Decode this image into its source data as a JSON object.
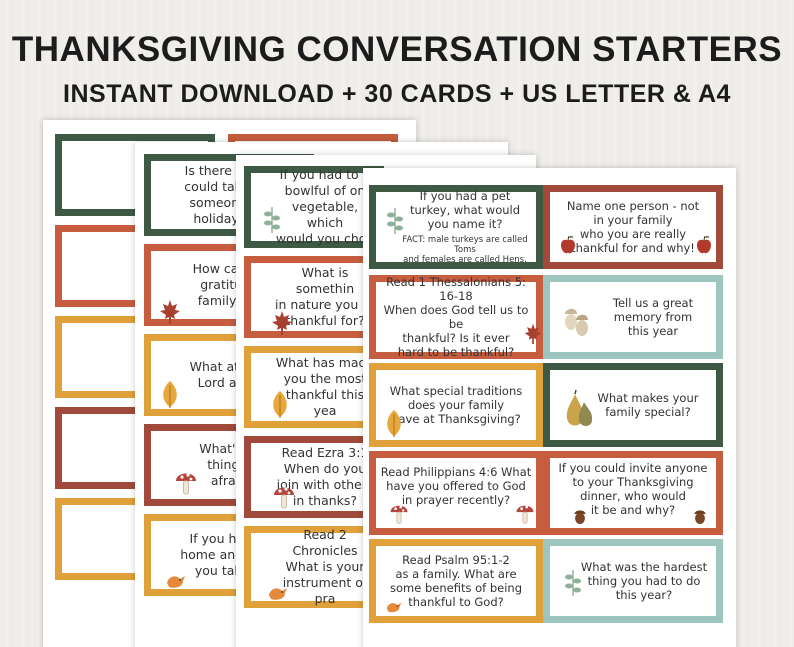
{
  "header": {
    "title": "THANKSGIVING CONVERSATION STARTERS",
    "subtitle": "INSTANT DOWNLOAD + 30 CARDS + US LETTER & A4"
  },
  "colors": {
    "green": "#3e5a45",
    "rust": "#c55d3e",
    "brown": "#a14a3b",
    "mustard": "#e0a03a",
    "teal": "#9dc6bf"
  },
  "sheet2": [
    "Is there one w\ncould take tim\nsomeone els\nholiday sea",
    "How can yo\ngratitude\nfamily me",
    "What attribu\nLord are y",
    "What's th\nthing y\nafraid",
    "If you had to\nhome and neve\nyou take w"
  ],
  "sheet3": [
    "If you had to e\nbowlful of on\nvegetable, which\nwould you choo",
    "What is somethin\nin nature you ar\nthankful for?",
    "What has made\nyou the most\nthankful this yea",
    "Read Ezra 3:1\nWhen do you\njoin with others\nin thanks?",
    "Read 2 Chronicles\nWhat is your\ninstrument of pra"
  ],
  "front": {
    "left": [
      {
        "text": "If you had a pet\nturkey, what would\nyou name it?",
        "fact": "FACT: male turkeys are called Toms\nand females are called Hens.",
        "icon": "eucalyptus-icon"
      },
      {
        "text": "Read 1 Thessalonians 5: 16-18\nWhen does God tell us to be\nthankful? Is it ever\nhard to be thankful?",
        "icon": "maple-leaf-icon"
      },
      {
        "text": "What special traditions\ndoes your family\nhave at Thanksgiving?",
        "icon": "autumn-leaf-icon"
      },
      {
        "text": "Read Philippians 4:6 What\nhave you offered to God\nin prayer recently?",
        "icon": "mushroom-icon"
      },
      {
        "text": "Read Psalm 95:1-2\nas a family. What are\nsome benefits of being\nthankful to God?",
        "icon": "bird-icon"
      }
    ],
    "right": [
      {
        "text": "Name one person - not\nin your family\nwho you are really\nthankful for and why!",
        "icon": "apple-icon"
      },
      {
        "text": "Tell us a great\nmemory from\nthis year",
        "icon": "acorn-icon"
      },
      {
        "text": "What makes your\nfamily special?",
        "icon": "pear-icon"
      },
      {
        "text": "If you could invite anyone\nto your Thanksgiving\ndinner, who would\nit be and why?",
        "icon": "acorn-icon"
      },
      {
        "text": "What was the hardest\nthing you had to do\nthis year?",
        "icon": "eucalyptus-icon"
      }
    ]
  }
}
